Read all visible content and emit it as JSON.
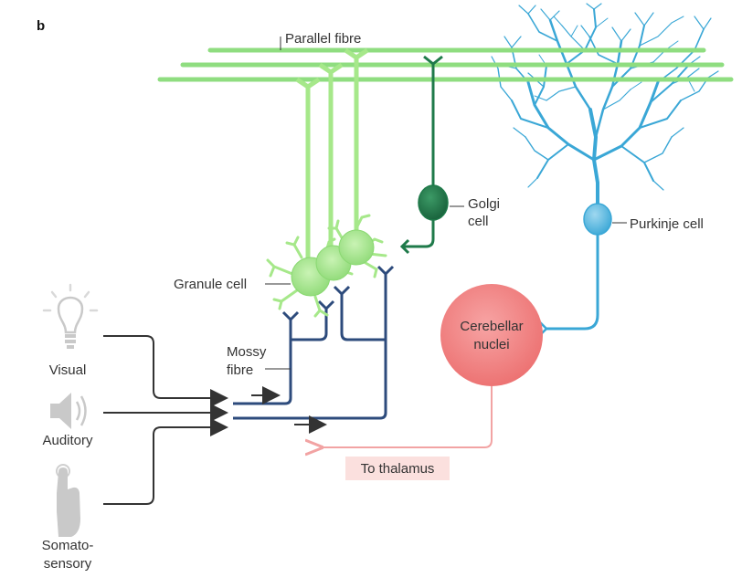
{
  "panel_letter": "b",
  "labels": {
    "parallel_fibre": "Parallel fibre",
    "golgi_line1": "Golgi",
    "golgi_line2": "cell",
    "purkinje": "Purkinje cell",
    "granule": "Granule cell",
    "mossy_line1": "Mossy",
    "mossy_line2": "fibre",
    "nuclei_line1": "Cerebellar",
    "nuclei_line2": "nuclei",
    "thalamus": "To thalamus",
    "visual": "Visual",
    "auditory": "Auditory",
    "somato_line1": "Somato-",
    "somato_line2": "sensory"
  },
  "icons": [
    "lightbulb-icon",
    "speaker-icon",
    "touch-finger-icon"
  ],
  "colors": {
    "parallel_fibre": "#8fdd80",
    "granule_cell": "#a6e88a",
    "golgi_cell": "#1f7a4a",
    "purkinje": "#3aa7d6",
    "mossy_fibre": "#2d4b7c",
    "nuclei_fill": "#f28080",
    "thalamus_path": "#f2a3a3",
    "thalamus_box": "#fbe0de",
    "sensory_lines": "#333333",
    "icons": "#c9c9c9"
  }
}
